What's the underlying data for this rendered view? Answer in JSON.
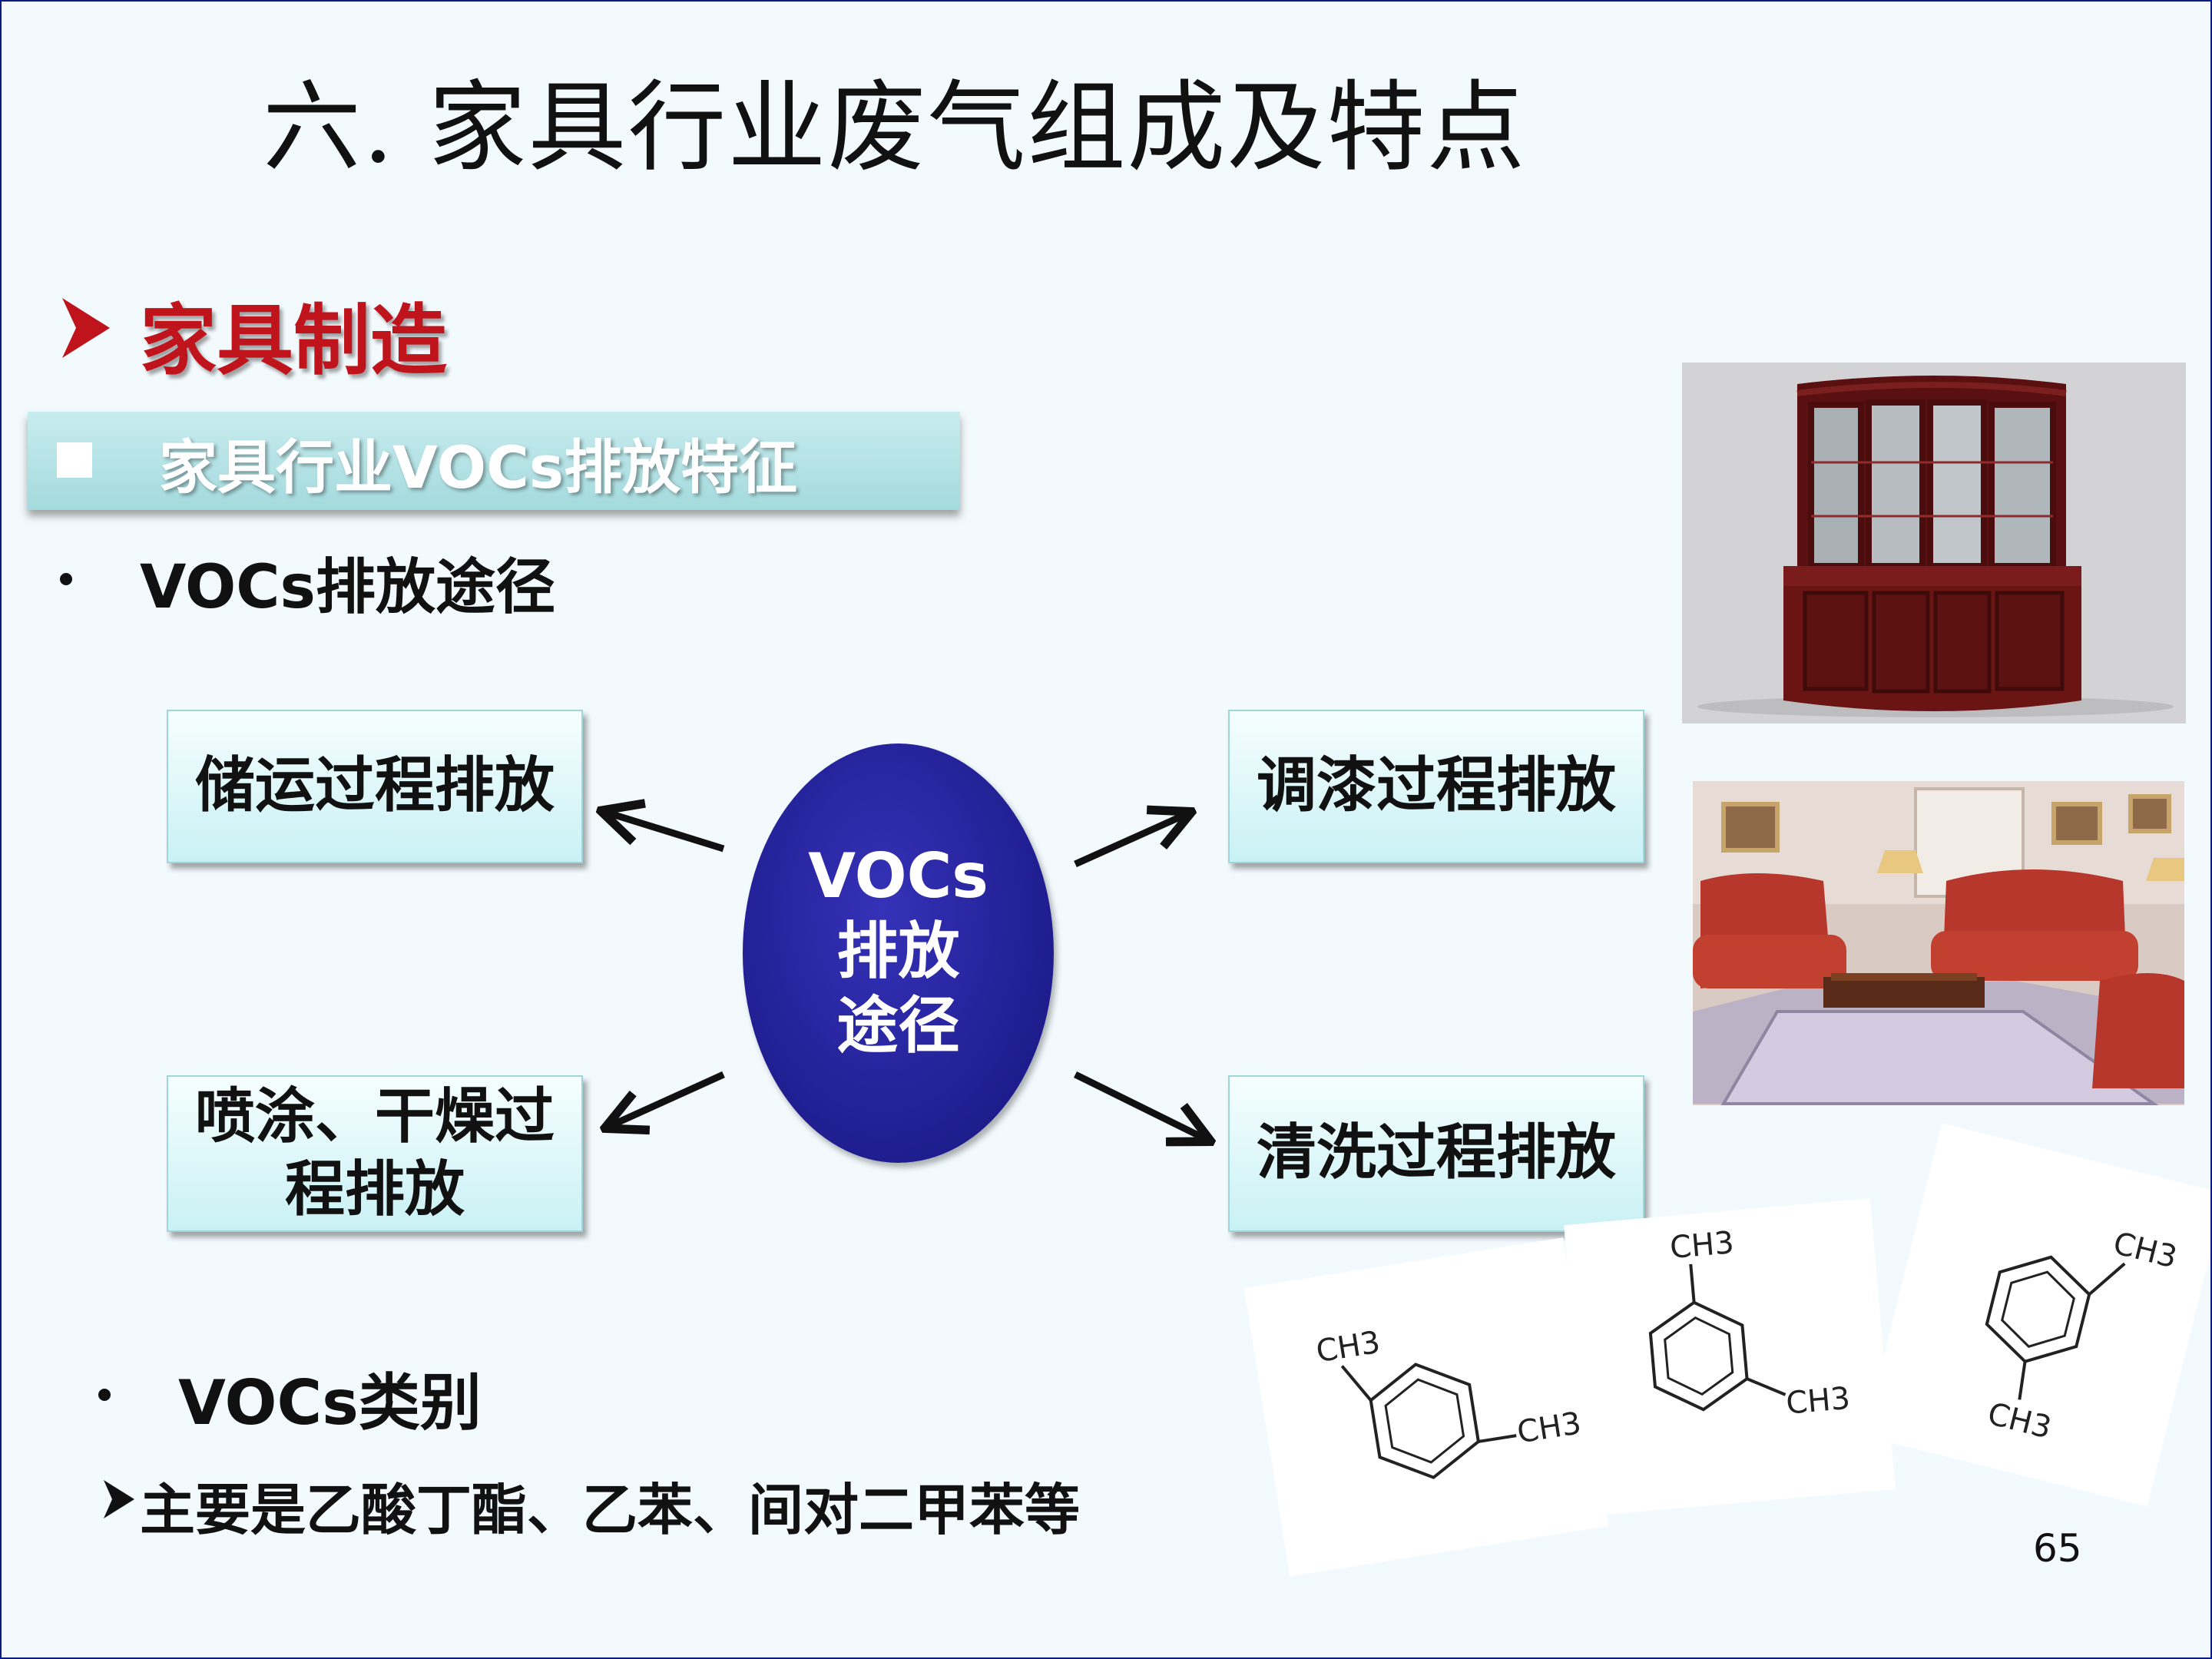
{
  "title": "六. 家具行业废气组成及特点",
  "section": "家具制造",
  "banner": "家具行业VOCs排放特征",
  "bullet1": "VOCs排放途径",
  "center": {
    "line1": "VOCs",
    "line2": "排放",
    "line3": "途径"
  },
  "boxes": {
    "top_left": "储运过程排放",
    "bottom_left_line1": "喷涂、干燥过",
    "bottom_left_line2": "程排放",
    "top_right": "调漆过程排放",
    "bottom_right": "清洗过程排放"
  },
  "bullet2": "VOCs类别",
  "sub_bullet": "主要是乙酸丁酯、乙苯、间对二甲苯等",
  "page_number": "65",
  "molecule_label": "CH3",
  "colors": {
    "title": "#111111",
    "section_red": "#c0141c",
    "banner": "#a9dcdf",
    "ellipse": "#1f1e92",
    "box_fill": "#d6f4f7",
    "border": "#0c1a86"
  },
  "icons": [
    "arrowhead-bullet-icon",
    "square-bullet-icon",
    "dot-bullet-icon"
  ]
}
